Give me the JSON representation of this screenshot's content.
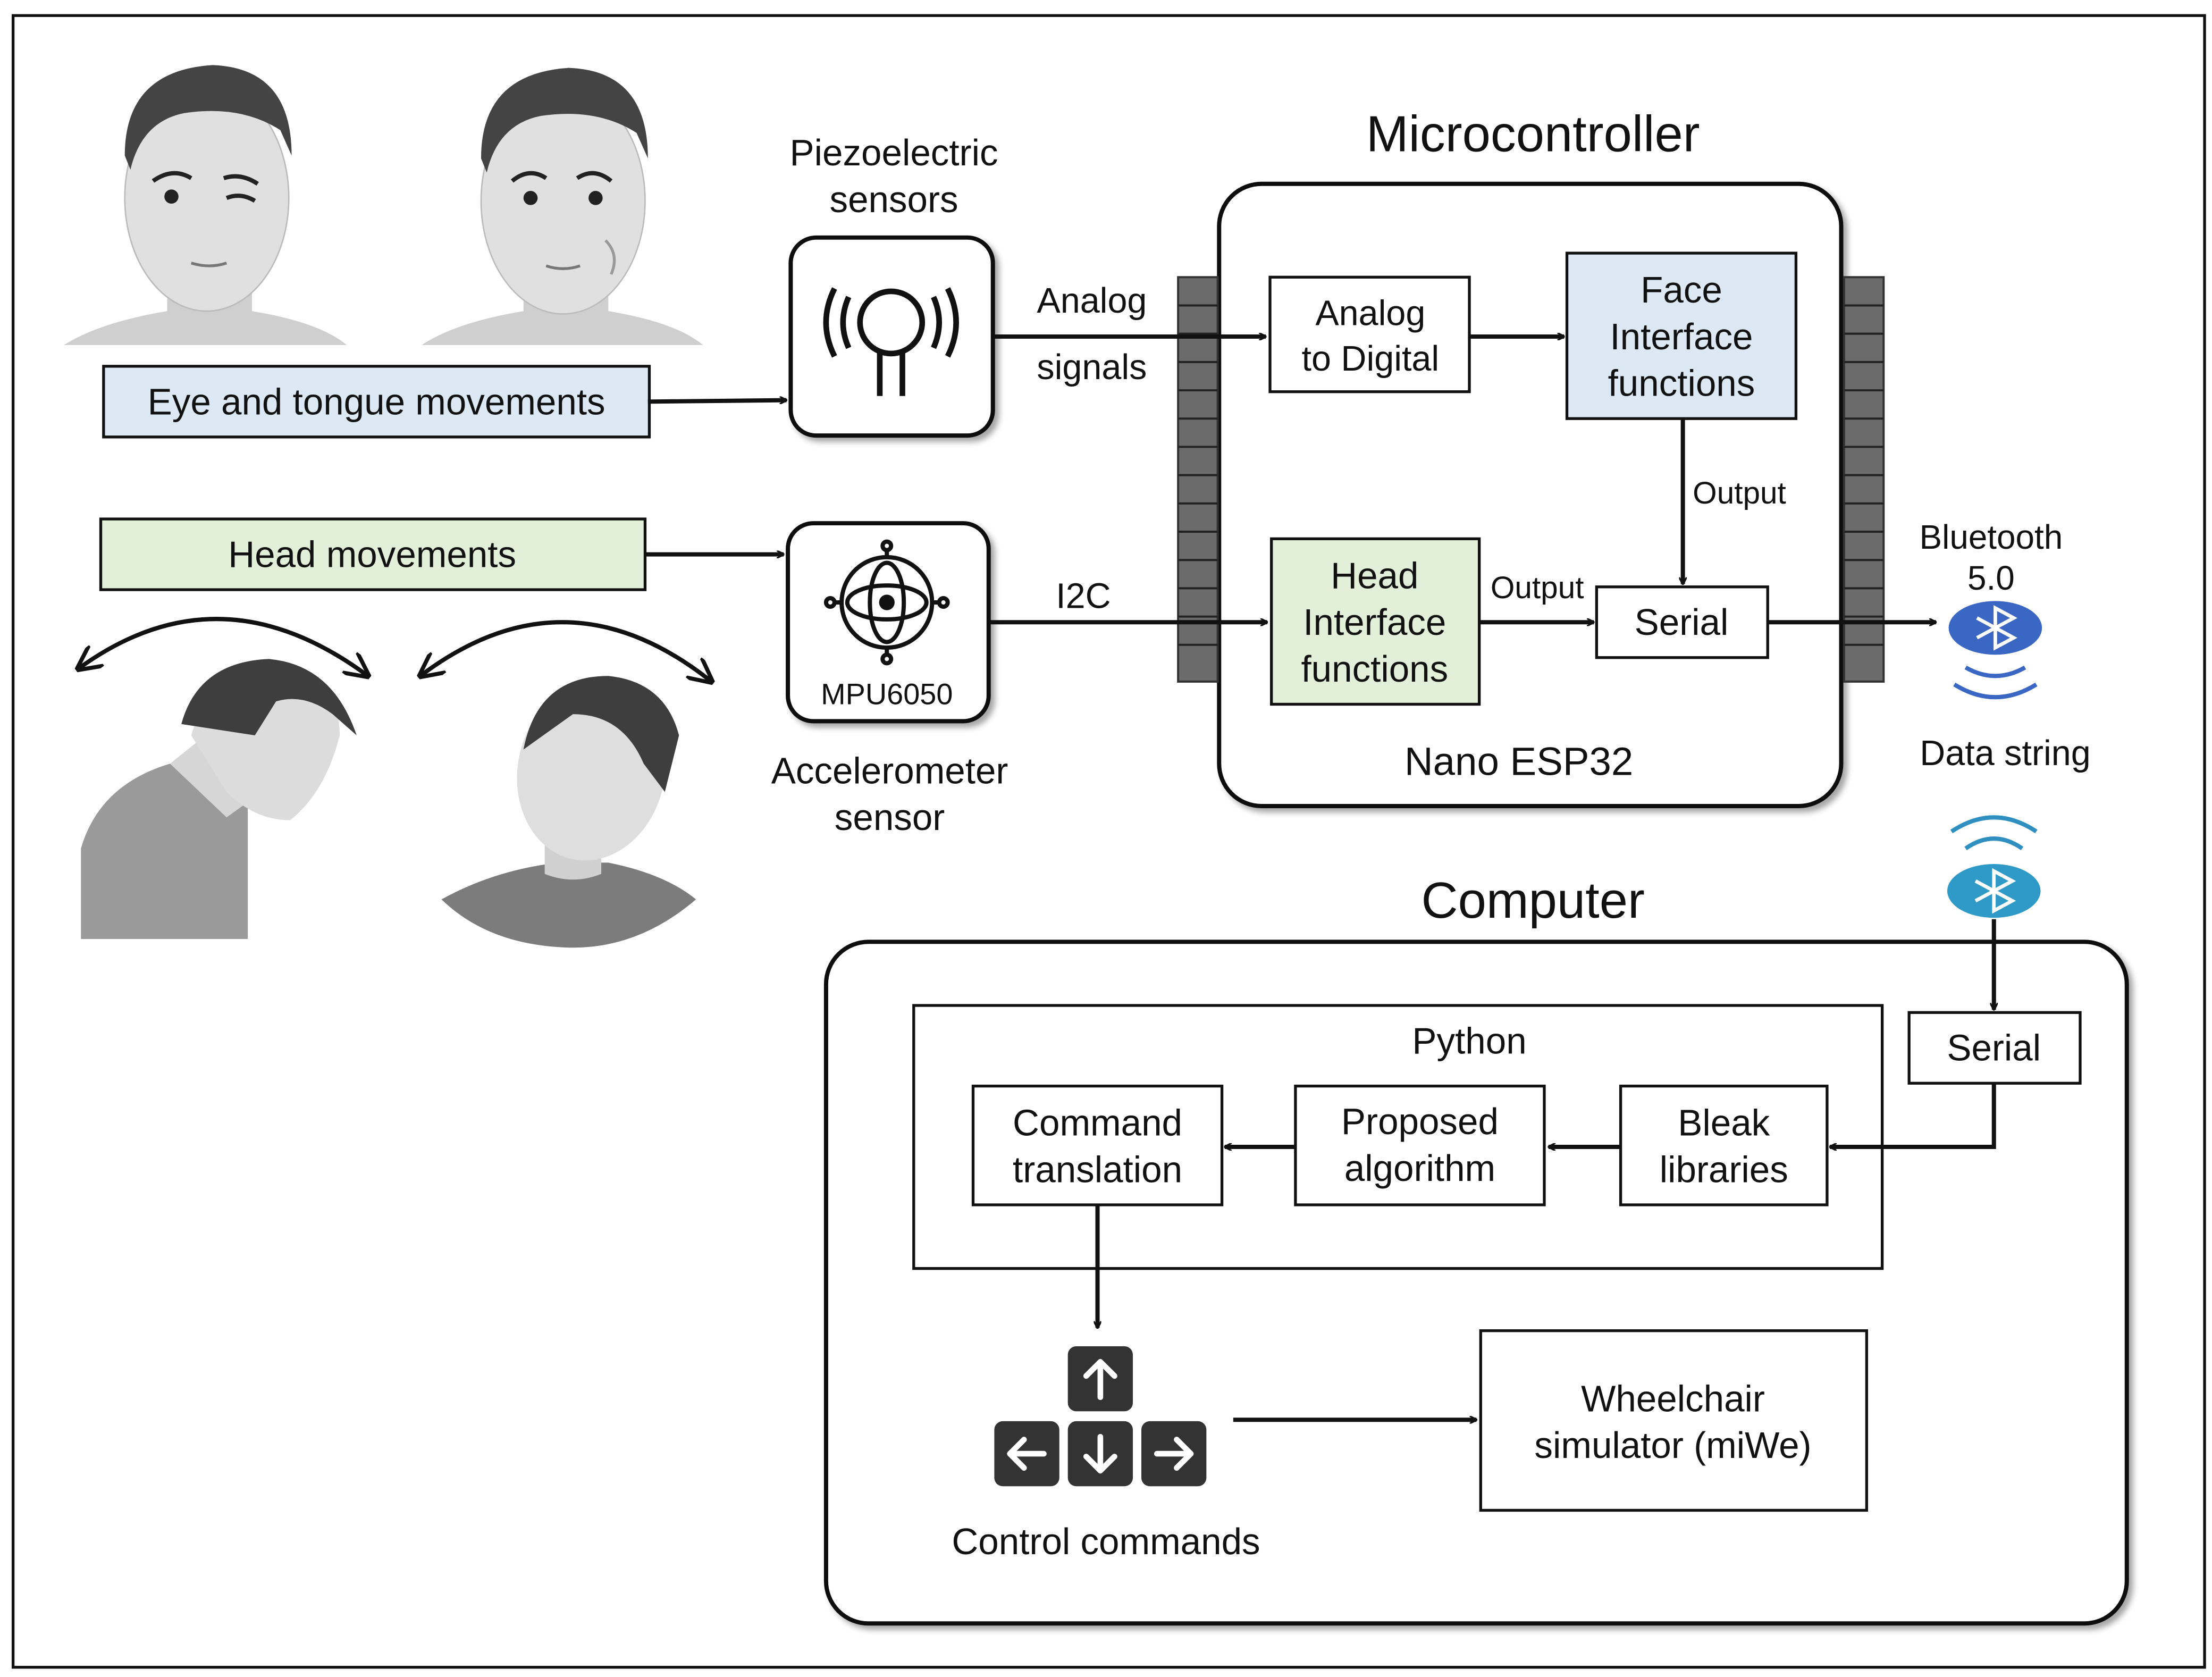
{
  "microcontroller": {
    "title": "Microcontroller",
    "board_label": "Nano ESP32",
    "adc_line1": "Analog",
    "adc_line2": "to Digital",
    "face_line1": "Face",
    "face_line2": "Interface",
    "face_line3": "functions",
    "head_line1": "Head",
    "head_line2": "Interface",
    "head_line3": "functions",
    "serial": "Serial",
    "output_face": "Output",
    "output_head": "Output"
  },
  "inputs": {
    "eye_tongue": "Eye and tongue movements",
    "head": "Head movements"
  },
  "piezo": {
    "line1": "Piezoelectric",
    "line2": "sensors"
  },
  "accelerometer": {
    "chip": "MPU6050",
    "line1": "Accelerometer",
    "line2": "sensor"
  },
  "links": {
    "analog_line1": "Analog",
    "analog_line2": "signals",
    "i2c": "I2C",
    "bluetooth_line1": "Bluetooth",
    "bluetooth_line2": "5.0",
    "data_string": "Data string"
  },
  "computer": {
    "title": "Computer",
    "python": "Python",
    "serial": "Serial",
    "bleak_line1": "Bleak",
    "bleak_line2": "libraries",
    "algo_line1": "Proposed",
    "algo_line2": "algorithm",
    "cmd_line1": "Command",
    "cmd_line2": "translation",
    "control": "Control commands",
    "wheel_line1": "Wheelchair",
    "wheel_line2": "simulator (miWe)"
  },
  "colors": {
    "blue_fill": "#dce9f5",
    "green_fill": "#e2efd9",
    "pin_header": "#6b6b6b",
    "bt_blue": "#2f6fc0",
    "arrow_key": "#333333",
    "face_gray": "#dadada"
  }
}
